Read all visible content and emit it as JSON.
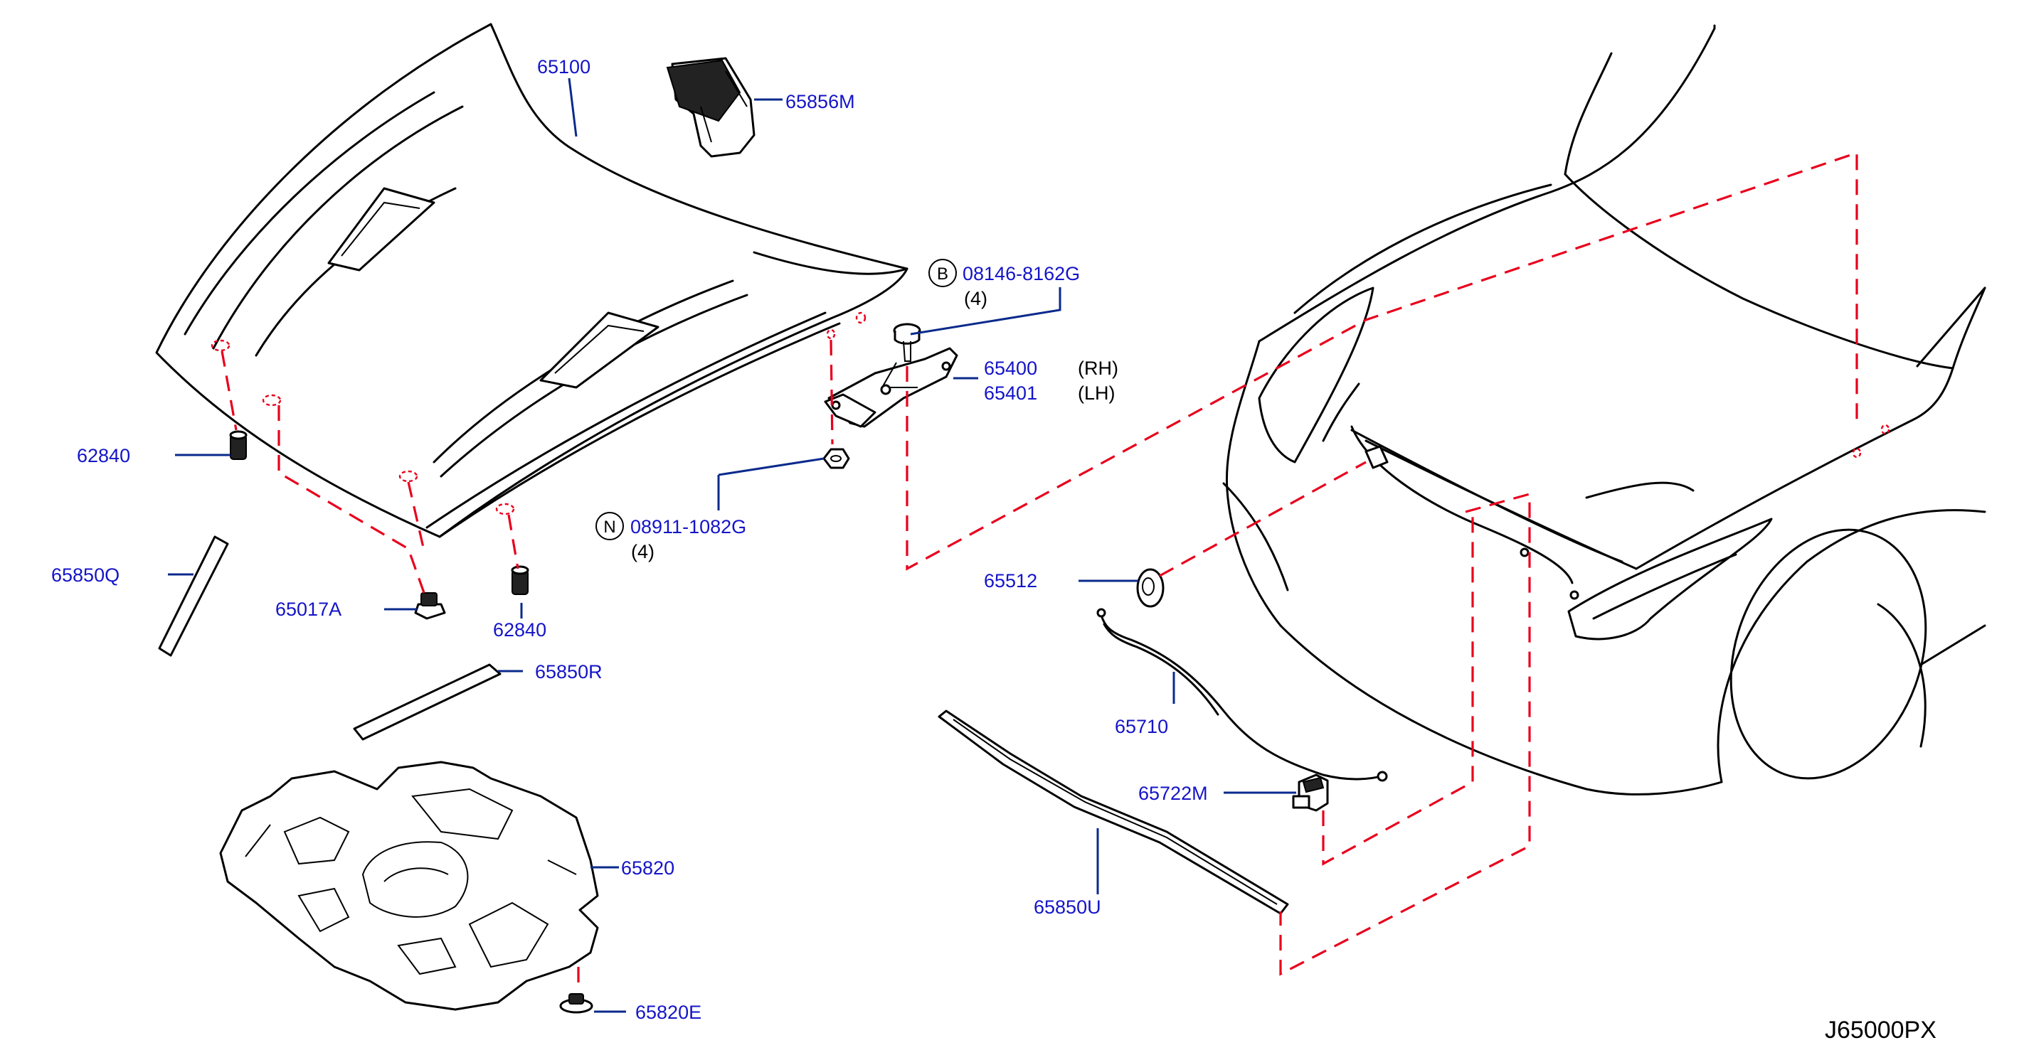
{
  "diagram_code": "J65000PX",
  "parts": {
    "hood": "65100",
    "hood_insulator": "65856M",
    "bolt": "08146-8162G",
    "bolt_qty": "(4)",
    "bolt_symbol": "B",
    "hinge_rh": "65400",
    "hinge_rh_side": "(RH)",
    "hinge_lh": "65401",
    "hinge_lh_side": "(LH)",
    "nut": "08911-1082G",
    "nut_qty": "(4)",
    "nut_symbol": "N",
    "bumper_rubber_left": "62840",
    "bumper_rubber_center": "62840",
    "seal_q": "65850Q",
    "clip": "65017A",
    "seal_r": "65850R",
    "under_cover": "65820",
    "under_cover_clip": "65820E",
    "lock_stopper": "65512",
    "release_cable": "65710",
    "clamp": "65722M",
    "seal_u": "65850U"
  }
}
